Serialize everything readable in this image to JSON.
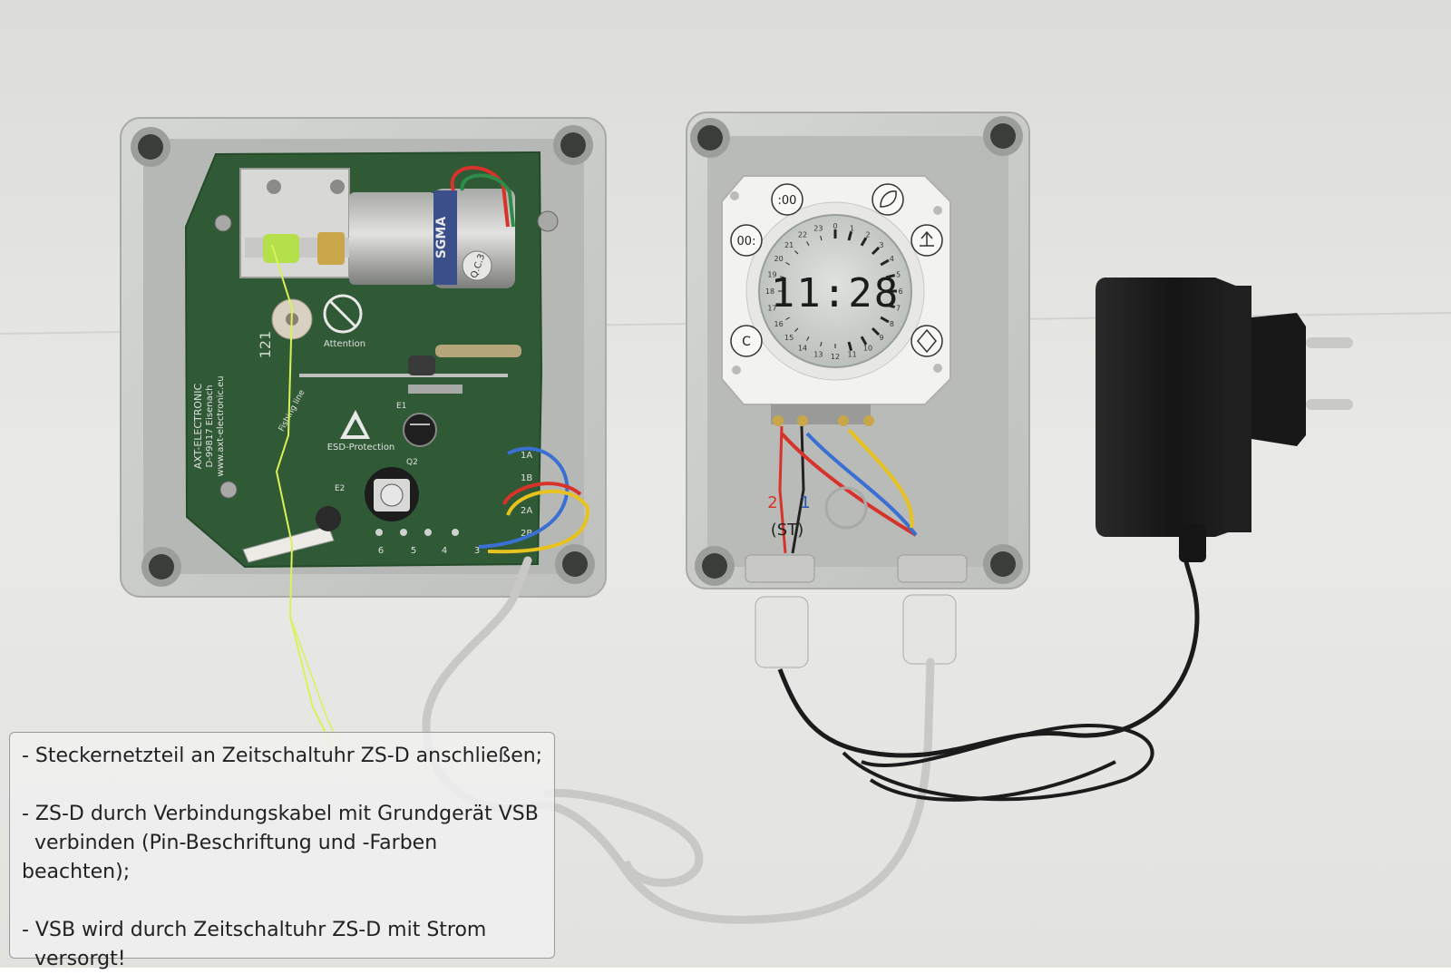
{
  "photo": {
    "pcb_marks": {
      "attention": "Attention",
      "esd": "ESD-Protection",
      "company": "AXT-ELECTRONIC",
      "address": "D-99817 Eisenach",
      "website": "www.axt-electronic.eu",
      "fishing_line": "Fishing line",
      "motor_brand": "SGMA",
      "motor_qc": "Q.C.3",
      "serial": "121",
      "e1": "E1",
      "e2": "E2",
      "q2": "Q2",
      "pins": [
        "1A",
        "1B",
        "2A",
        "2B"
      ],
      "bottom_pins": [
        "6",
        "5",
        "4",
        "3"
      ]
    },
    "timer": {
      "display_time": "11:28",
      "buttons": [
        ":00",
        "00:",
        "C"
      ],
      "dial_hours": [
        "0",
        "1",
        "2",
        "3",
        "4",
        "5",
        "6",
        "7",
        "8",
        "9",
        "10",
        "11",
        "12",
        "13",
        "14",
        "15",
        "16",
        "17",
        "18",
        "19",
        "20",
        "21",
        "22",
        "23"
      ],
      "terminal_labels": {
        "left": "2",
        "right": "1",
        "st": "(ST)"
      }
    },
    "colors": {
      "background": "#e6e6e3",
      "enclosure": "#c9cbc9",
      "pcb": "#2f5a35",
      "wire_red": "#d8332b",
      "wire_blue": "#3a6fd4",
      "wire_yellow": "#e8c21f",
      "adapter": "#1b1b1b"
    }
  },
  "callout": {
    "lines": [
      "- Steckernetzteil an Zeitschaltuhr ZS-D anschließen;",
      "- ZS-D durch Verbindungskabel mit Grundgerät VSB\n  verbinden (Pin-Beschriftung und -Farben beachten);",
      "- VSB wird durch Zeitschaltuhr ZS-D mit Strom\n  versorgt!"
    ]
  }
}
